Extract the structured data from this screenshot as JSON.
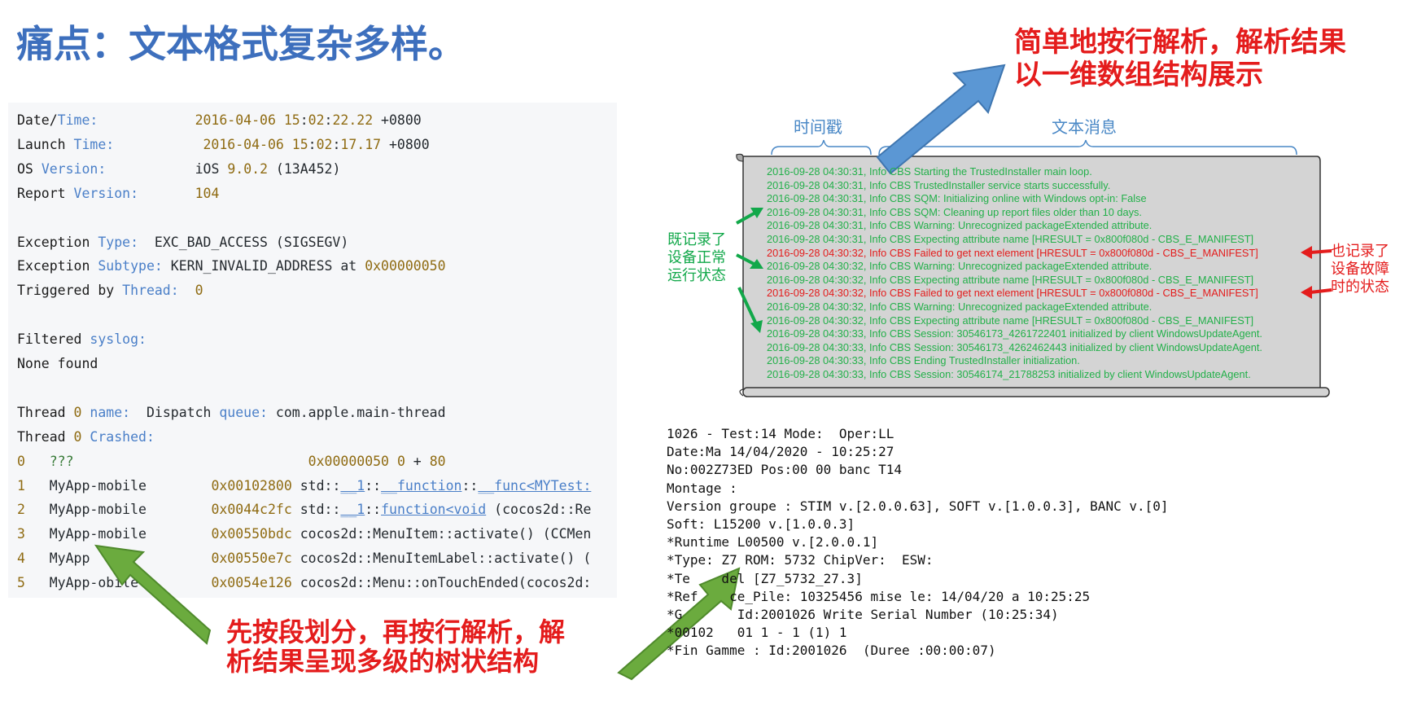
{
  "title": "痛点：文本格式复杂多样。",
  "crash_report": {
    "lines": [
      [
        [
          "k",
          "Date/"
        ],
        [
          "kb",
          "Time:"
        ],
        [
          "p",
          "            "
        ],
        [
          "v",
          "2016-04-06 15"
        ],
        [
          "vp",
          ":"
        ],
        [
          "v",
          "02"
        ],
        [
          "vp",
          ":"
        ],
        [
          "v",
          "22.22"
        ],
        [
          "vp",
          " +0800"
        ]
      ],
      [
        [
          "k",
          "Launch "
        ],
        [
          "kb",
          "Time:"
        ],
        [
          "p",
          "           "
        ],
        [
          "v",
          "2016-04-06 15"
        ],
        [
          "vp",
          ":"
        ],
        [
          "v",
          "02"
        ],
        [
          "vp",
          ":"
        ],
        [
          "v",
          "17.17"
        ],
        [
          "vp",
          " +0800"
        ]
      ],
      [
        [
          "k",
          "OS "
        ],
        [
          "kb",
          "Version:"
        ],
        [
          "p",
          "           "
        ],
        [
          "vp",
          "iOS "
        ],
        [
          "v",
          "9.0.2"
        ],
        [
          "vp",
          " (13A452)"
        ]
      ],
      [
        [
          "k",
          "Report "
        ],
        [
          "kb",
          "Version:"
        ],
        [
          "p",
          "       "
        ],
        [
          "v",
          "104"
        ]
      ],
      [],
      [
        [
          "k",
          "Exception "
        ],
        [
          "kb",
          "Type:"
        ],
        [
          "p",
          "  "
        ],
        [
          "vp",
          "EXC_BAD_ACCESS (SIGSEGV)"
        ]
      ],
      [
        [
          "k",
          "Exception "
        ],
        [
          "kb",
          "Subtype:"
        ],
        [
          "vp",
          " KERN_INVALID_ADDRESS at "
        ],
        [
          "v",
          "0x00000050"
        ]
      ],
      [
        [
          "k",
          "Triggered by "
        ],
        [
          "kb",
          "Thread:"
        ],
        [
          "p",
          "  "
        ],
        [
          "v",
          "0"
        ]
      ],
      [],
      [
        [
          "k",
          "Filtered "
        ],
        [
          "kb",
          "syslog:"
        ]
      ],
      [
        [
          "k",
          "None found"
        ]
      ],
      [],
      [
        [
          "k",
          "Thread "
        ],
        [
          "v",
          "0"
        ],
        [
          "kb",
          " name:"
        ],
        [
          "p",
          "  "
        ],
        [
          "vp",
          "Dispatch "
        ],
        [
          "kb",
          "queue:"
        ],
        [
          "vp",
          " com.apple.main-thread"
        ]
      ],
      [
        [
          "k",
          "Thread "
        ],
        [
          "v",
          "0"
        ],
        [
          "kb",
          " Crashed:"
        ]
      ],
      [
        [
          "v",
          "0"
        ],
        [
          "p",
          "   "
        ],
        [
          "gr",
          "???"
        ],
        [
          "p",
          "                             "
        ],
        [
          "v",
          "0x00000050"
        ],
        [
          "vp",
          " "
        ],
        [
          "v",
          "0"
        ],
        [
          "vp",
          " + "
        ],
        [
          "v",
          "80"
        ]
      ],
      [
        [
          "v",
          "1"
        ],
        [
          "p",
          "   "
        ],
        [
          "vp",
          "MyApp-mobile"
        ],
        [
          "p",
          "        "
        ],
        [
          "v",
          "0x00102800"
        ],
        [
          "vp",
          " std::"
        ],
        [
          "un",
          "__1"
        ],
        [
          "vp",
          "::"
        ],
        [
          "un",
          "__function"
        ],
        [
          "vp",
          "::"
        ],
        [
          "un",
          "__func<MYTest:"
        ]
      ],
      [
        [
          "v",
          "2"
        ],
        [
          "p",
          "   "
        ],
        [
          "vp",
          "MyApp-mobile"
        ],
        [
          "p",
          "        "
        ],
        [
          "v",
          "0x0044c2fc"
        ],
        [
          "vp",
          " std::"
        ],
        [
          "un",
          "__1"
        ],
        [
          "vp",
          "::"
        ],
        [
          "un",
          "function<void"
        ],
        [
          "vp",
          " (cocos2d::Re"
        ]
      ],
      [
        [
          "v",
          "3"
        ],
        [
          "p",
          "   "
        ],
        [
          "vp",
          "MyApp-mobile"
        ],
        [
          "p",
          "        "
        ],
        [
          "v",
          "0x00550bdc"
        ],
        [
          "vp",
          " cocos2d::MenuItem::activate() (CCMen"
        ]
      ],
      [
        [
          "v",
          "4"
        ],
        [
          "p",
          "   "
        ],
        [
          "vp",
          "MyApp"
        ],
        [
          "p",
          "               "
        ],
        [
          "v",
          "0x00550e7c"
        ],
        [
          "vp",
          " cocos2d::MenuItemLabel::activate() ("
        ]
      ],
      [
        [
          "v",
          "5"
        ],
        [
          "p",
          "   "
        ],
        [
          "vp",
          "MyApp-"
        ],
        [
          "vp",
          "obile"
        ],
        [
          "p",
          "         "
        ],
        [
          "v",
          "0x0054e126"
        ],
        [
          "vp",
          " cocos2d::Menu::onTouchEnded(cocos2d:"
        ]
      ]
    ]
  },
  "log_panel": {
    "label_timestamp": "时间戳",
    "label_message": "文本消息",
    "entries": [
      {
        "ts": "2016-09-28 04:30:31, Info",
        "src": "CBS",
        "msg": "Starting the TrustedInstaller main loop.",
        "error": false
      },
      {
        "ts": "2016-09-28 04:30:31, Info",
        "src": "CBS",
        "msg": "TrustedInstaller service starts successfully.",
        "error": false
      },
      {
        "ts": "2016-09-28 04:30:31, Info",
        "src": "CBS",
        "msg": "SQM: Initializing online with Windows opt-in: False",
        "error": false
      },
      {
        "ts": "2016-09-28 04:30:31, Info",
        "src": "CBS",
        "msg": "SQM: Cleaning up report files older than 10 days.",
        "error": false
      },
      {
        "ts": "2016-09-28 04:30:31, Info",
        "src": "CBS",
        "msg": "Warning: Unrecognized packageExtended attribute.",
        "error": false
      },
      {
        "ts": "2016-09-28 04:30:31, Info",
        "src": "CBS",
        "msg": "Expecting attribute name [HRESULT = 0x800f080d - CBS_E_MANIFEST]",
        "error": false
      },
      {
        "ts": "2016-09-28 04:30:32, Info",
        "src": "CBS",
        "msg": "Failed to get next element [HRESULT = 0x800f080d - CBS_E_MANIFEST]",
        "error": true
      },
      {
        "ts": "2016-09-28 04:30:32, Info",
        "src": "CBS",
        "msg": "Warning: Unrecognized packageExtended attribute.",
        "error": false
      },
      {
        "ts": "2016-09-28 04:30:32, Info",
        "src": "CBS",
        "msg": "Expecting attribute name [HRESULT = 0x800f080d - CBS_E_MANIFEST]",
        "error": false
      },
      {
        "ts": "2016-09-28 04:30:32, Info",
        "src": "CBS",
        "msg": "Failed to get next element [HRESULT = 0x800f080d - CBS_E_MANIFEST]",
        "error": true
      },
      {
        "ts": "2016-09-28 04:30:32, Info",
        "src": "CBS",
        "msg": "Warning: Unrecognized packageExtended attribute.",
        "error": false
      },
      {
        "ts": "2016-09-28 04:30:32, Info",
        "src": "CBS",
        "msg": "Expecting attribute name [HRESULT = 0x800f080d - CBS_E_MANIFEST]",
        "error": false
      },
      {
        "ts": "2016-09-28 04:30:33, Info",
        "src": "CBS",
        "msg": "Session: 30546173_4261722401 initialized by client WindowsUpdateAgent.",
        "error": false
      },
      {
        "ts": "2016-09-28 04:30:33, Info",
        "src": "CBS",
        "msg": "Session: 30546173_4262462443 initialized by client WindowsUpdateAgent.",
        "error": false
      },
      {
        "ts": "2016-09-28 04:30:33, Info",
        "src": "CBS",
        "msg": "Ending TrustedInstaller initialization.",
        "error": false
      },
      {
        "ts": "2016-09-28 04:30:33, Info",
        "src": "CBS",
        "msg": "Session: 30546174_21788253 initialized by client WindowsUpdateAgent.",
        "error": false
      }
    ],
    "label_normal": "既记录了\n设备正常\n运行状态",
    "label_fault": "也记录了\n设备故障\n时的状态"
  },
  "callout_top": "简单地按行解析，解析结果\n以一维数组结构展示",
  "callout_bottom": "先按段划分，再按行解析，解\n析结果呈现多级的树状结构",
  "plain_text": {
    "lines": [
      "1026 - Test:14 Mode:  Oper:LL",
      "Date:Ma 14/04/2020 - 10:25:27",
      "No:002Z73ED Pos:00 00 banc T14",
      "Montage :",
      "Version groupe : STIM v.[2.0.0.63], SOFT v.[1.0.0.3], BANC v.[0]",
      "Soft: L15200 v.[1.0.0.3]",
      "*Runtime L00500 v.[2.0.0.1]",
      "*Type: Z7 ROM: 5732 ChipVer:  ESW:",
      "*Te    del [Z7_5732_27.3]",
      "*Ref    ce_Pile: 10325456 mise le: 14/04/20 a 10:25:25",
      "*G       Id:2001026 Write Serial Number (10:25:34)",
      "*00102   01 1 - 1 (1) 1",
      "*Fin Gamme : Id:2001026  (Duree :00:00:07)"
    ]
  },
  "colors": {
    "title": "#3d6fbd",
    "log_normal": "#23b04a",
    "log_error": "#e41c1c",
    "callout": "#e41c1c",
    "arrow_blue": "#4a88c6",
    "arrow_green": "#6bab3e"
  }
}
